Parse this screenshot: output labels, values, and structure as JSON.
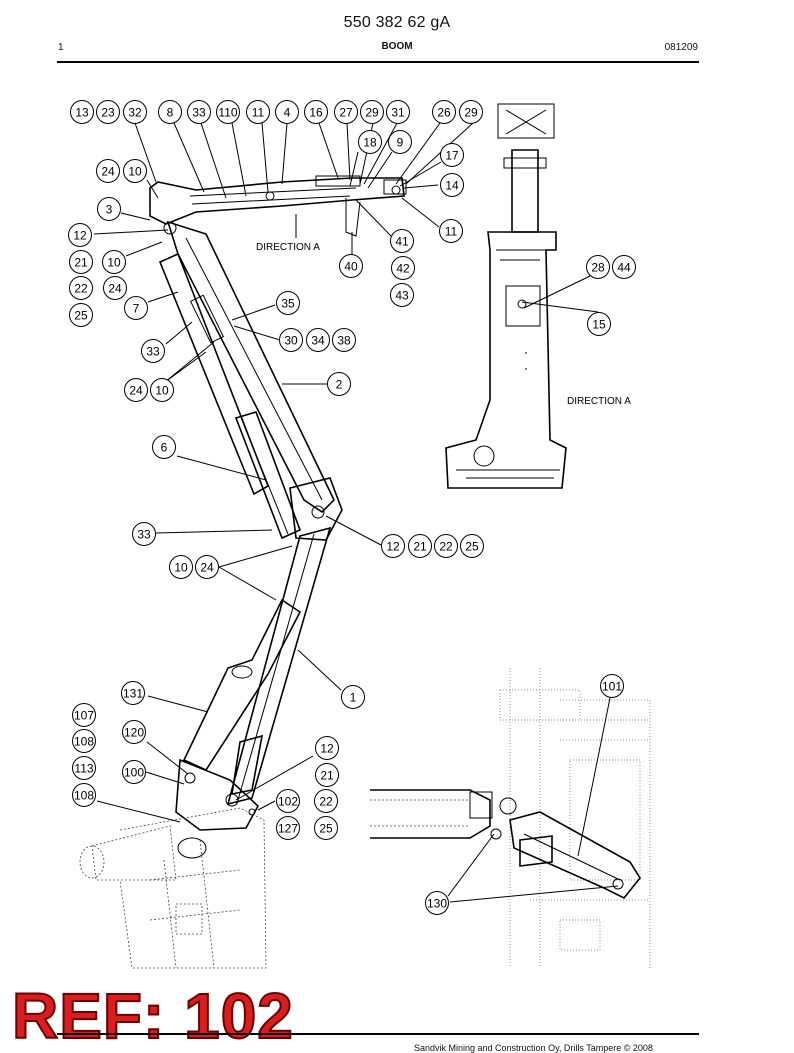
{
  "header": {
    "doc_number": "550 382 62 gA",
    "page": "1",
    "section": "BOOM",
    "date_code": "081209"
  },
  "diagram": {
    "direction_labels": [
      "DIRECTION A",
      "DIRECTION A"
    ],
    "callouts": [
      "13",
      "23",
      "32",
      "8",
      "33",
      "110",
      "11",
      "4",
      "16",
      "27",
      "29",
      "31",
      "26",
      "29",
      "18",
      "9",
      "17",
      "24",
      "10",
      "14",
      "3",
      "11",
      "12",
      "41",
      "21",
      "10",
      "40",
      "42",
      "22",
      "24",
      "43",
      "28",
      "44",
      "7",
      "25",
      "35",
      "15",
      "33",
      "30",
      "34",
      "38",
      "24",
      "10",
      "2",
      "6",
      "33",
      "12",
      "21",
      "22",
      "25",
      "10",
      "24",
      "101",
      "1",
      "131",
      "107",
      "120",
      "108",
      "12",
      "113",
      "100",
      "21",
      "108",
      "102",
      "22",
      "127",
      "25",
      "130"
    ]
  },
  "footer": {
    "ref_label": "REF: 102",
    "copyright": "Sandvik Mining and Construction Oy, Drills Tampere © 2008"
  }
}
